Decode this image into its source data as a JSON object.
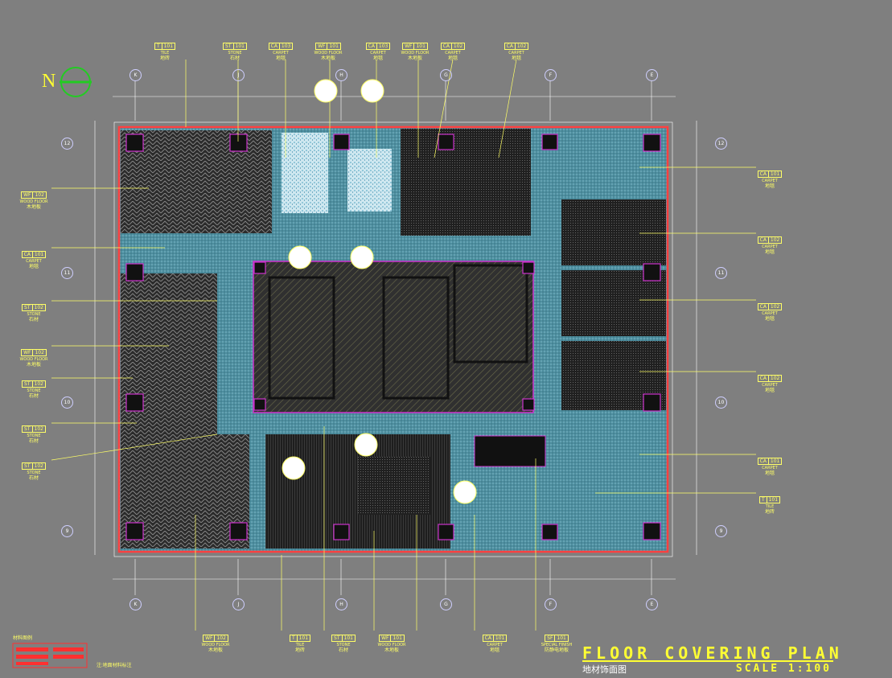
{
  "drawing": {
    "title": "FLOOR COVERING PLAN",
    "title_cn": "地材饰面图",
    "scale": "SCALE 1:100",
    "north": "N",
    "legend_note": "注:地面材料标注",
    "legend_title": "材料图例"
  },
  "grid": {
    "cols_top": [
      "K",
      "J",
      "H",
      "G",
      "F",
      "E"
    ],
    "rows_left": [
      "12",
      "11",
      "10",
      "9"
    ]
  },
  "material_tags": {
    "top": [
      {
        "code": "T",
        "num": "101",
        "en": "TILE",
        "cn": "地砖"
      },
      {
        "code": "ST",
        "num": "101",
        "en": "STONE",
        "cn": "石材"
      },
      {
        "code": "CA",
        "num": "103",
        "en": "CARPET",
        "cn": "地毯"
      },
      {
        "code": "WF",
        "num": "101",
        "en": "WOOD FLOOR",
        "cn": "木地板"
      },
      {
        "code": "CA",
        "num": "103",
        "en": "CARPET",
        "cn": "地毯"
      },
      {
        "code": "WF",
        "num": "101",
        "en": "WOOD FLOOR",
        "cn": "木地板"
      },
      {
        "code": "CA",
        "num": "102",
        "en": "CARPET",
        "cn": "地毯"
      },
      {
        "code": "CA",
        "num": "102",
        "en": "CARPET",
        "cn": "地毯"
      }
    ],
    "left": [
      {
        "code": "WF",
        "num": "102",
        "en": "WOOD FLOOR",
        "cn": "木地板"
      },
      {
        "code": "CA",
        "num": "101",
        "en": "CARPET",
        "cn": "地毯"
      },
      {
        "code": "ST",
        "num": "102",
        "en": "STONE",
        "cn": "石材"
      },
      {
        "code": "WF",
        "num": "102",
        "en": "WOOD FLOOR",
        "cn": "木地板"
      },
      {
        "code": "ST",
        "num": "102",
        "en": "STONE",
        "cn": "石材"
      },
      {
        "code": "ST",
        "num": "102",
        "en": "STONE",
        "cn": "石材"
      },
      {
        "code": "ST",
        "num": "102",
        "en": "STONE",
        "cn": "石材"
      }
    ],
    "right": [
      {
        "code": "CA",
        "num": "101",
        "en": "CARPET",
        "cn": "地毯"
      },
      {
        "code": "CA",
        "num": "102",
        "en": "CARPET",
        "cn": "地毯"
      },
      {
        "code": "CA",
        "num": "102",
        "en": "CARPET",
        "cn": "地毯"
      },
      {
        "code": "CA",
        "num": "102",
        "en": "CARPET",
        "cn": "地毯"
      },
      {
        "code": "CA",
        "num": "101",
        "en": "CARPET",
        "cn": "地毯"
      },
      {
        "code": "T",
        "num": "101",
        "en": "TILE",
        "cn": "地砖"
      }
    ],
    "bottom": [
      {
        "code": "WF",
        "num": "102",
        "en": "WOOD FLOOR",
        "cn": "木地板"
      },
      {
        "code": "T",
        "num": "101",
        "en": "TILE",
        "cn": "地砖"
      },
      {
        "code": "ST",
        "num": "101",
        "en": "STONE",
        "cn": "石材"
      },
      {
        "code": "WF",
        "num": "101",
        "en": "WOOD FLOOR",
        "cn": "木地板"
      },
      {
        "code": "CA",
        "num": "101",
        "en": "CARPET",
        "cn": "地毯"
      },
      {
        "code": "SF",
        "num": "101",
        "en": "SPECIAL FINISH",
        "cn": "防静电地板"
      }
    ]
  },
  "colors": {
    "background": "#7f7f7f",
    "annotation": "#ffff66",
    "wall": "#ff4040",
    "column": "#cc33cc",
    "carpet": "#3a8a9a",
    "wood": "#2a2a2a"
  }
}
